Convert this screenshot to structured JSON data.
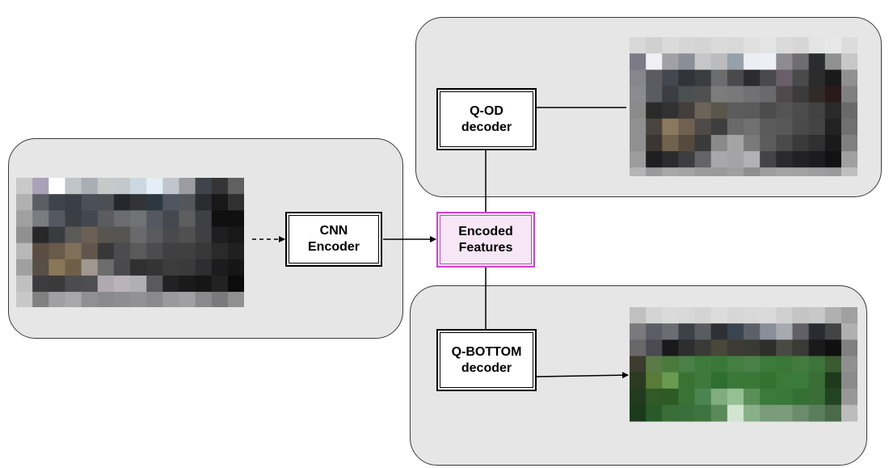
{
  "diagram": {
    "nodes": {
      "cnn": {
        "line1": "CNN",
        "line2": "Encoder"
      },
      "features": {
        "line1": "Encoded",
        "line2": "Features"
      },
      "qod": {
        "line1": "Q-OD",
        "line2": "decoder"
      },
      "qbottom": {
        "line1": "Q-BOTTOM",
        "line2": "decoder"
      }
    },
    "colors": {
      "panel_fill": "#e6e6e6",
      "panel_border": "#3a3a3a",
      "features_fill": "#f6e6f6",
      "features_border": "#cc44cc",
      "edge": "#000000"
    },
    "images": {
      "input": "pixelated-input-photo",
      "qod_output": "pixelated-object-detection-output",
      "qbottom_output": "pixelated-green-segmentation-output"
    }
  }
}
